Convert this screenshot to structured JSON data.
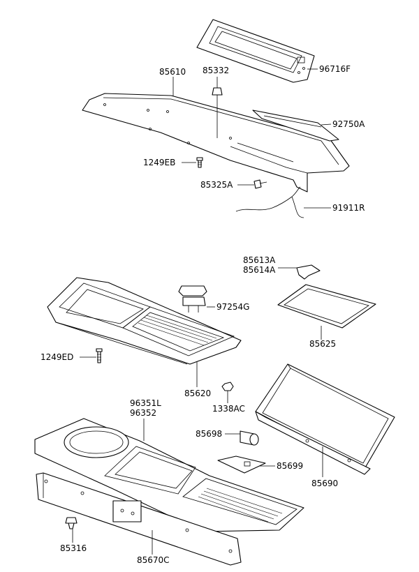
{
  "labels": {
    "p96716F": "96716F",
    "p85610": "85610",
    "p85332": "85332",
    "p92750A": "92750A",
    "p1249EB": "1249EB",
    "p85325A": "85325A",
    "p91911R": "91911R",
    "p85613A": "85613A",
    "p85614A": "85614A",
    "p97254G": "97254G",
    "p85625": "85625",
    "p1249ED": "1249ED",
    "p85620": "85620",
    "p1338AC": "1338AC",
    "p96351L": "96351L",
    "p96352": "96352",
    "p85698": "85698",
    "p85699": "85699",
    "p85690": "85690",
    "p85316": "85316",
    "p85670C": "85670C"
  }
}
